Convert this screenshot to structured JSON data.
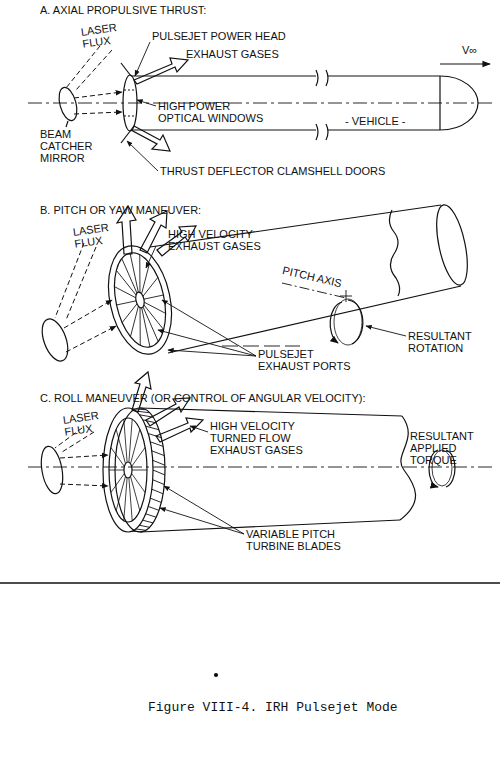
{
  "diagram": {
    "caption": "Figure VIII-4. IRH Pulsejet Mode",
    "labels": [
      "A. AXIAL PROPULSIVE THRUST:",
      "LASER FLUX",
      "PULSEJET POWER HEAD",
      "EXHAUST GASES",
      "V∞",
      "HIGH POWER OPTICAL WINDOWS",
      "- VEHICLE -",
      "BEAM CATCHER MIRROR",
      "THRUST DEFLECTOR CLAMSHELL DOORS",
      "B. PITCH OR YAW MANEUVER:",
      "LASER FLUX",
      "HIGH VELOCITY EXHAUST GASES",
      "PITCH AXIS",
      "RESULTANT ROTATION",
      "PULSEJET EXHAUST PORTS",
      "C. ROLL MANEUVER (OR CONTROL OF ANGULAR VELOCITY):",
      "LASER FLUX",
      "HIGH VELOCITY TURNED FLOW EXHAUST GASES",
      "RESULTANT APPLIED TORQUE",
      "VARIABLE PITCH TURBINE BLADES"
    ]
  }
}
